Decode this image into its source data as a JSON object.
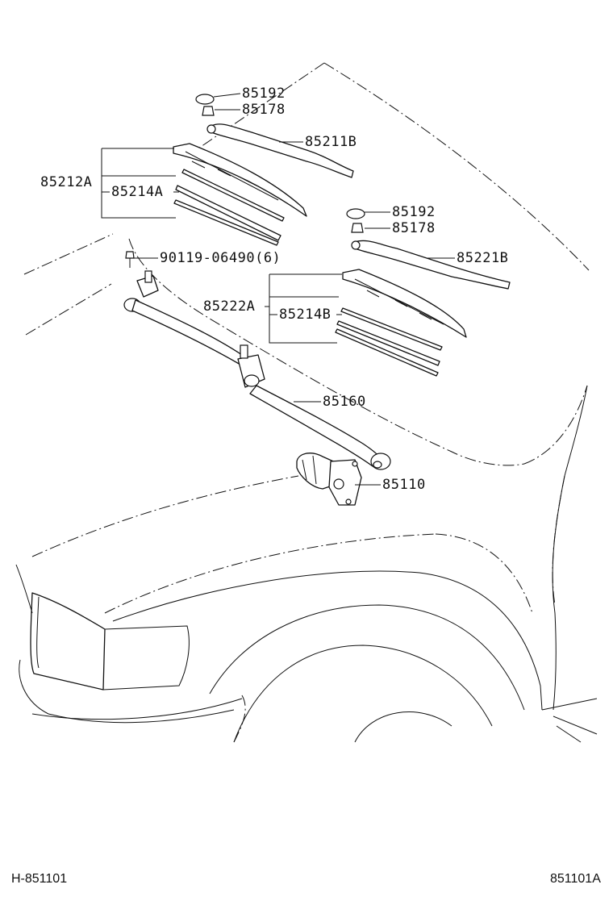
{
  "labels": {
    "nut_cap_left": "85192",
    "nut_left": "85178",
    "arm_left": "85211B",
    "blade_assy_left": "85212A",
    "blade_insert_left": "85214A",
    "nut_cap_right": "85192",
    "nut_right": "85178",
    "arm_right": "85221B",
    "bolt": "90119-06490(6)",
    "blade_assy_right": "85222A",
    "blade_insert_right": "85214B",
    "link_assy": "85160",
    "motor": "85110"
  },
  "footer": {
    "left_code": "H-851101",
    "right_code": "851101A"
  }
}
